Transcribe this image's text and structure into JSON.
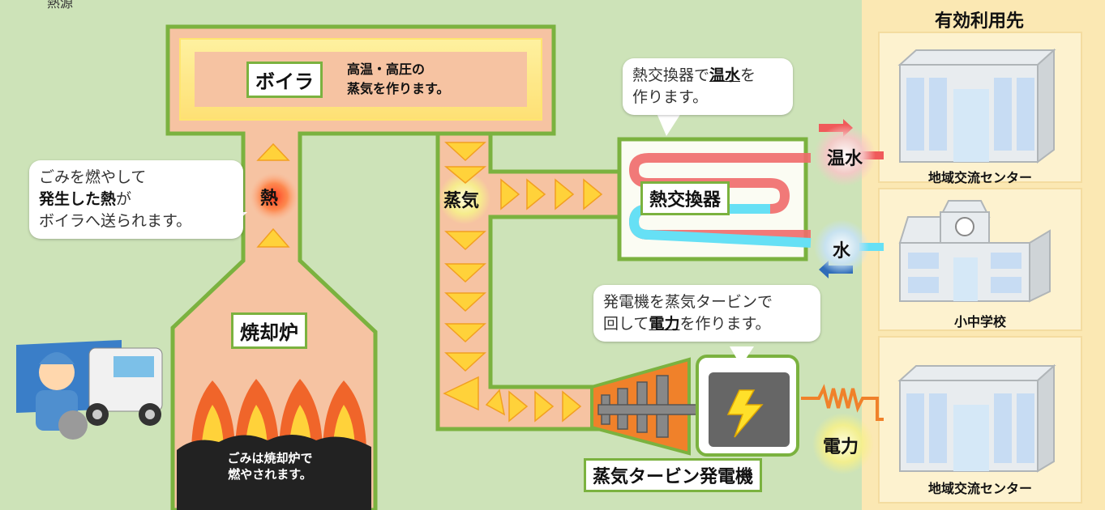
{
  "title_cut": "熱源",
  "boiler": {
    "label": "ボイラ",
    "desc1": "高温・高圧の",
    "desc2": "蒸気を作ります。"
  },
  "heat_label": "熱",
  "steam_label": "蒸気",
  "heat_exchanger_label": "熱交換器",
  "furnace_label": "焼却炉",
  "furnace_note1": "ごみは焼却炉で",
  "furnace_note2": "燃やされます。",
  "turbine_label": "蒸気タービン発電機",
  "hot_water_label": "温水",
  "water_label": "水",
  "power_label": "電力",
  "bubble_heat": {
    "line1": "ごみを燃やして",
    "line2_bold": "発生した熱",
    "line2_rest": "が",
    "line3": "ボイラへ送られます。"
  },
  "bubble_exchanger": {
    "pre": "熱交換器で",
    "underline": "温水",
    "post": "を",
    "line2": "作ります。"
  },
  "bubble_turbine": {
    "line1": "発電機を蒸気タービンで",
    "pre2": "回して",
    "underline": "電力",
    "post2": "を作ります。"
  },
  "destinations": {
    "header": "有効利用先",
    "items": [
      "地域交流センター",
      "小中学校",
      "地域交流センター"
    ]
  },
  "colors": {
    "bg": "#cde3b8",
    "pipe": "#f6c3a2",
    "border": "#7bb23f",
    "arrow": "#ffd23a",
    "hot": "#f05a5a",
    "cold": "#5ad8f0",
    "panel": "#fbe8b3"
  }
}
